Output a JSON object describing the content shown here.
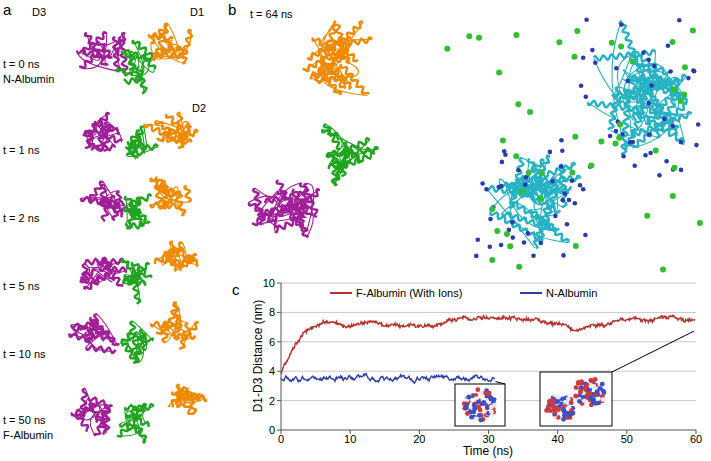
{
  "diagram": {
    "labels": [
      "a",
      "D3",
      "D1",
      "D2",
      "t = 0 ns",
      "N-Albumin",
      "t = 1 ns",
      "t = 2 ns",
      "t = 5 ns",
      "t = 10 ns",
      "t = 50 ns",
      "F-Albumin",
      "b",
      "t = 64 ns",
      "c",
      "D1-D3 Distance (nm)",
      "Time (ns)",
      "0",
      "2",
      "4",
      "6",
      "8",
      "10",
      "0",
      "10",
      "20",
      "30",
      "40",
      "50",
      "60"
    ],
    "legend": [
      {
        "text": "F-Albumin (With Ions)"
      },
      {
        "text": "N-Albumin"
      }
    ]
  }
}
